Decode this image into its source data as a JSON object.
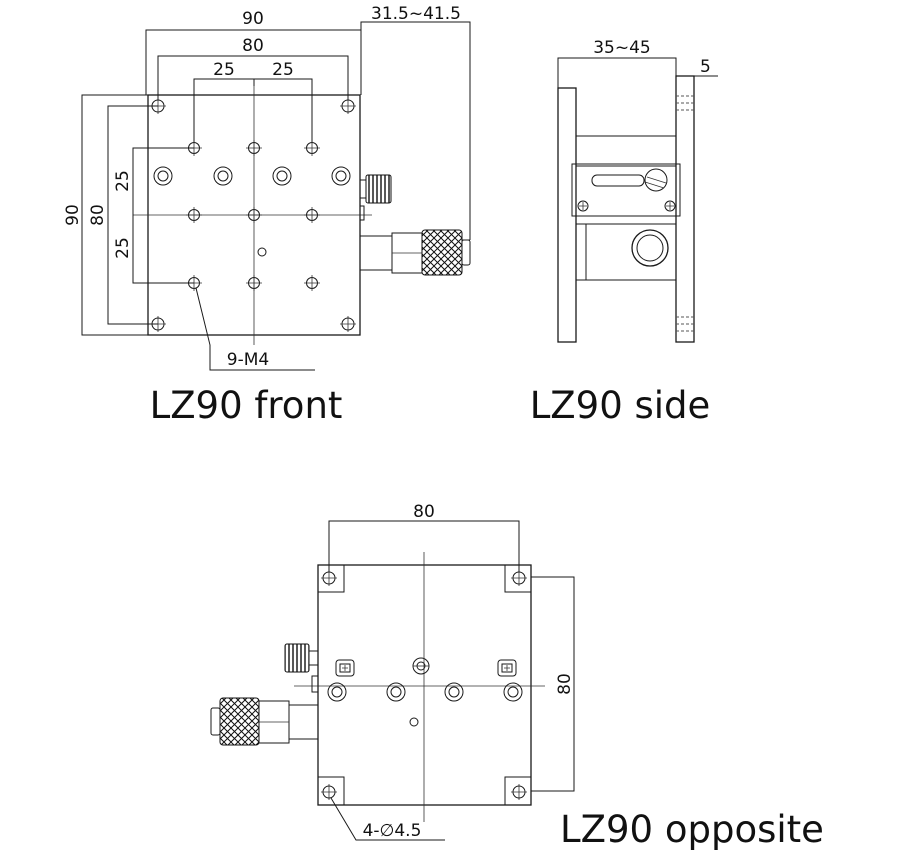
{
  "captions": {
    "front": "LZ90 front",
    "side": "LZ90 side",
    "opposite": "LZ90 opposite"
  },
  "front": {
    "dim_width_outer": "90",
    "dim_width_inner": "80",
    "dim_pitch_left": "25",
    "dim_pitch_right": "25",
    "dim_travel": "31.5~41.5",
    "dim_height_outer": "90",
    "dim_height_inner": "80",
    "dim_vpitch_top": "25",
    "dim_vpitch_bottom": "25",
    "hole_callout": "9-M4"
  },
  "side": {
    "dim_depth": "35~45",
    "dim_plate": "5"
  },
  "opposite": {
    "dim_hole_spacing": "80",
    "dim_hole_spacing_vertical": "80",
    "hole_callout": "4-∅4.5"
  }
}
